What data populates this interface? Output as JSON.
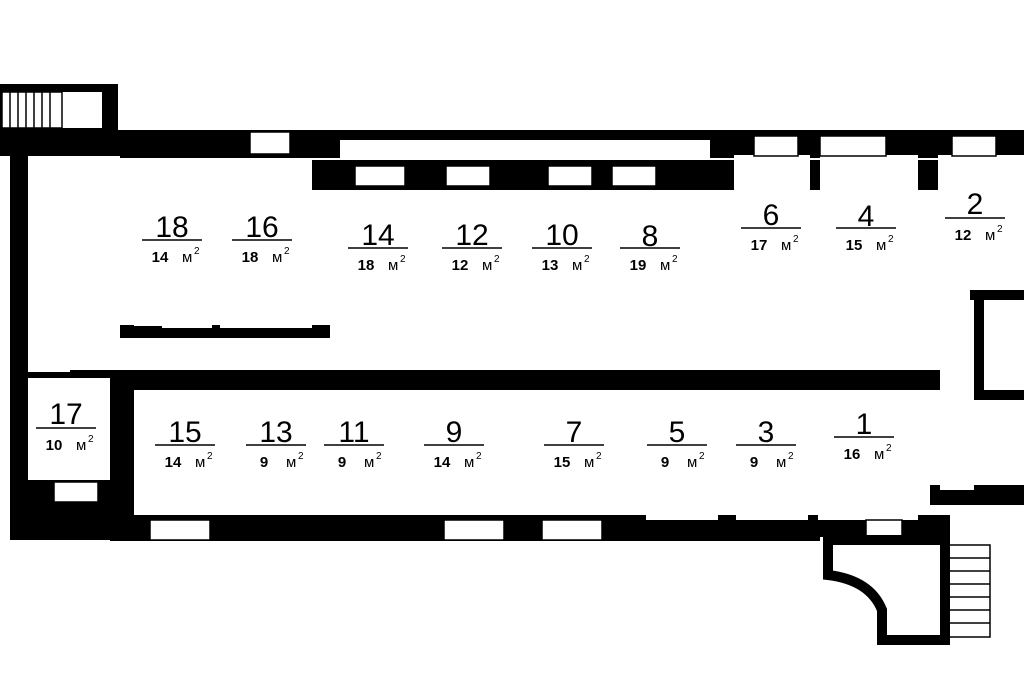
{
  "unit_label": "м",
  "unit_power": "2",
  "rooms": [
    {
      "number": "18",
      "area": "14"
    },
    {
      "number": "16",
      "area": "18"
    },
    {
      "number": "14",
      "area": "18"
    },
    {
      "number": "12",
      "area": "12"
    },
    {
      "number": "10",
      "area": "13"
    },
    {
      "number": "8",
      "area": "19"
    },
    {
      "number": "6",
      "area": "17"
    },
    {
      "number": "4",
      "area": "15"
    },
    {
      "number": "2",
      "area": "12"
    },
    {
      "number": "17",
      "area": "10"
    },
    {
      "number": "15",
      "area": "14"
    },
    {
      "number": "13",
      "area": "9"
    },
    {
      "number": "11",
      "area": "9"
    },
    {
      "number": "9",
      "area": "14"
    },
    {
      "number": "7",
      "area": "15"
    },
    {
      "number": "5",
      "area": "9"
    },
    {
      "number": "3",
      "area": "9"
    },
    {
      "number": "1",
      "area": "16"
    }
  ]
}
